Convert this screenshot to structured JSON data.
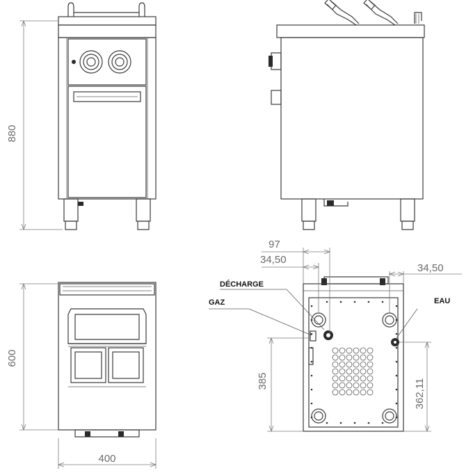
{
  "dimensions": {
    "height": "880",
    "depth": "600",
    "width": "400",
    "offset_97": "97",
    "offset_left": "34,50",
    "offset_right": "34,50",
    "outlet_height": "385",
    "inlet_height": "362,11"
  },
  "labels": {
    "drain": "DÉCHARGE",
    "gas": "GAZ",
    "water": "EAU"
  }
}
